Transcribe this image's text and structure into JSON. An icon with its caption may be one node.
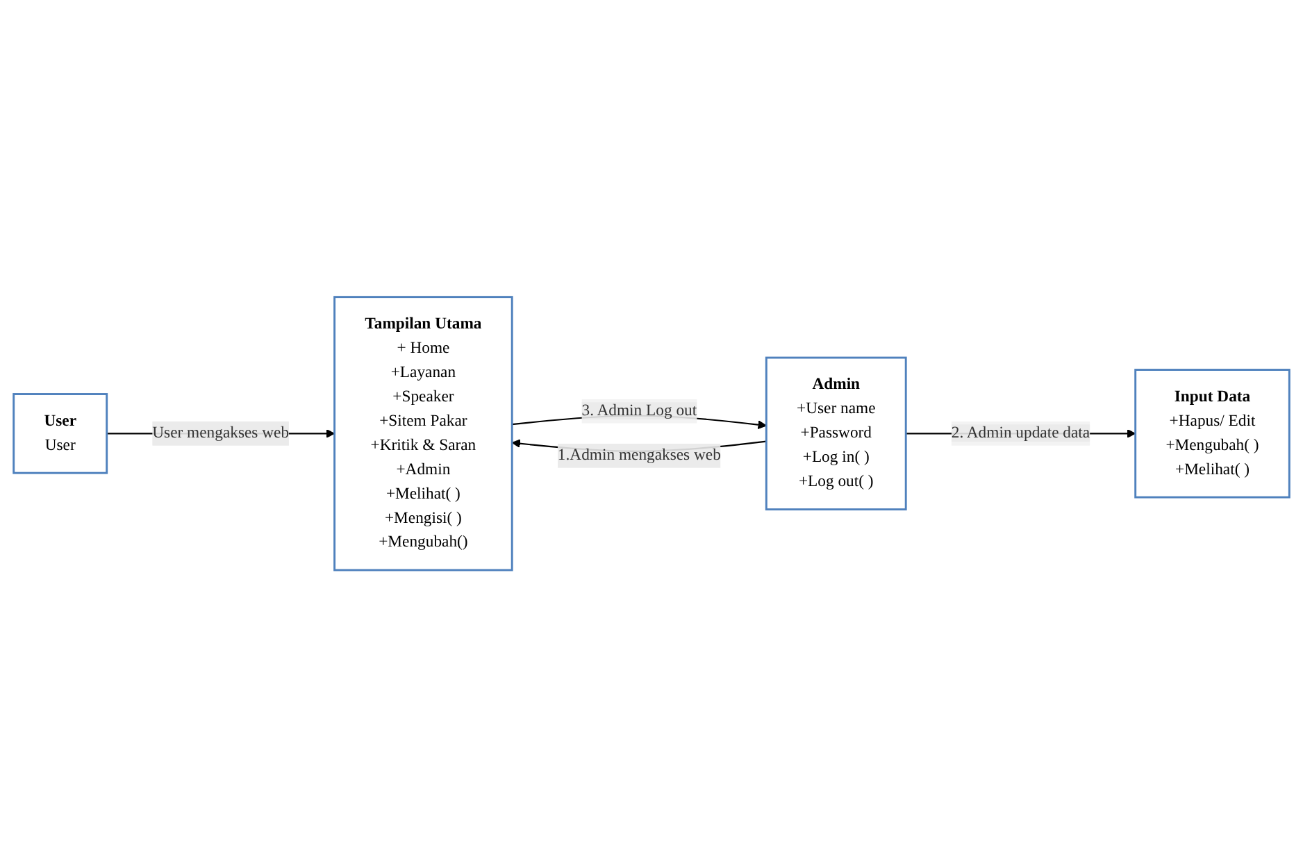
{
  "diagram": {
    "nodes": [
      {
        "text": [
          "User",
          "User"
        ]
      },
      {
        "text": [
          "Tampilan Utama",
          "+ Home",
          "+Layanan",
          "+Speaker",
          "+Sitem Pakar",
          "+Kritik & Saran",
          "+Admin",
          "+Melihat( )",
          "+Mengisi( )",
          "+Mengubah()"
        ]
      },
      {
        "text": [
          "Input Data",
          "+Hapus/ Edit",
          "+Mengubah( )",
          "+Melihat( )"
        ]
      },
      {
        "text": [
          "Admin",
          "+User name",
          "+Password",
          "+Log in( )",
          "+Log out( )"
        ]
      }
    ],
    "edges": [
      {
        "from": 0,
        "to": 1,
        "arrow": "to",
        "label": "User mengakses web"
      },
      {
        "from": 3,
        "to": 1,
        "arrow": "to",
        "label": "1.Admin mengakses web"
      },
      {
        "from": 3,
        "to": 2,
        "arrow": "to",
        "label": "2. Admin update data"
      },
      {
        "from": 1,
        "to": 3,
        "arrow": "to",
        "label": "3. Admin Log out"
      }
    ]
  }
}
